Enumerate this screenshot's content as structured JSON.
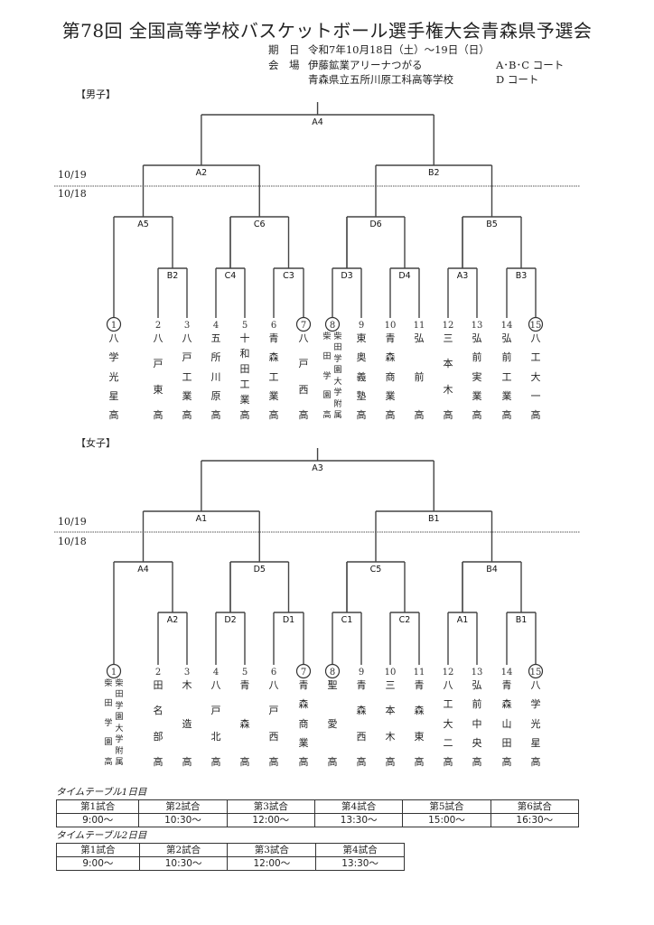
{
  "title": "第78回 全国高等学校バスケットボール選手権大会青森県予選会",
  "info": {
    "period_label": "期　日",
    "period_value": "令和7年10月18日（土）〜19日（日）",
    "venue_label": "会　場",
    "venues": [
      {
        "name": "伊藤鉱業アリーナつがる",
        "courts": "A･B･C コート"
      },
      {
        "name": "青森県立五所川原工科高等学校",
        "courts": "D コート"
      }
    ]
  },
  "day_labels": {
    "day2": "10/19",
    "day1": "10/18"
  },
  "men": {
    "label": "【男子】",
    "final": "A4",
    "semis": [
      "A2",
      "B2"
    ],
    "quarters": [
      "A5",
      "C6",
      "D6",
      "B5"
    ],
    "first_round": [
      {
        "label": "B2",
        "pair": [
          2,
          3
        ]
      },
      {
        "label": "C4",
        "pair": [
          4,
          5
        ]
      },
      {
        "label": "C3",
        "pair": [
          6,
          7
        ]
      },
      {
        "label": "D3",
        "pair": [
          8,
          9
        ]
      },
      {
        "label": "D4",
        "pair": [
          10,
          11
        ]
      },
      {
        "label": "A3",
        "pair": [
          12,
          13
        ]
      },
      {
        "label": "B3",
        "pair": [
          14,
          15
        ]
      }
    ],
    "teams": [
      {
        "seed": "1",
        "circled": true,
        "name": "八学光星高"
      },
      {
        "seed": "2",
        "circled": false,
        "name": "八戸東高"
      },
      {
        "seed": "3",
        "circled": false,
        "name": "八戸工業高"
      },
      {
        "seed": "4",
        "circled": false,
        "name": "五所川原高"
      },
      {
        "seed": "5",
        "circled": false,
        "name": "十和田工業高"
      },
      {
        "seed": "6",
        "circled": false,
        "name": "青森工業高"
      },
      {
        "seed": "7",
        "circled": true,
        "name": "八戸西高"
      },
      {
        "seed": "8",
        "circled": true,
        "name": "柴田学園高",
        "sub": "柴田学園大学附属"
      },
      {
        "seed": "9",
        "circled": false,
        "name": "東奥義塾高"
      },
      {
        "seed": "10",
        "circled": false,
        "name": "青森商業高"
      },
      {
        "seed": "11",
        "circled": false,
        "name": "弘前高"
      },
      {
        "seed": "12",
        "circled": false,
        "name": "三本木高"
      },
      {
        "seed": "13",
        "circled": false,
        "name": "弘前実業高"
      },
      {
        "seed": "14",
        "circled": false,
        "name": "弘前工業高"
      },
      {
        "seed": "15",
        "circled": true,
        "name": "八工大一高"
      }
    ]
  },
  "women": {
    "label": "【女子】",
    "final": "A3",
    "semis": [
      "A1",
      "B1"
    ],
    "quarters": [
      "A4",
      "D5",
      "C5",
      "B4"
    ],
    "first_round": [
      {
        "label": "A2",
        "pair": [
          2,
          3
        ]
      },
      {
        "label": "D2",
        "pair": [
          4,
          5
        ]
      },
      {
        "label": "D1",
        "pair": [
          6,
          7
        ]
      },
      {
        "label": "C1",
        "pair": [
          8,
          9
        ]
      },
      {
        "label": "C2",
        "pair": [
          10,
          11
        ]
      },
      {
        "label": "A1",
        "pair": [
          12,
          13
        ]
      },
      {
        "label": "B1",
        "pair": [
          14,
          15
        ]
      }
    ],
    "teams": [
      {
        "seed": "1",
        "circled": true,
        "name": "柴田学園高",
        "sub": "柴田学園大学附属"
      },
      {
        "seed": "2",
        "circled": false,
        "name": "田名部高"
      },
      {
        "seed": "3",
        "circled": false,
        "name": "木造高"
      },
      {
        "seed": "4",
        "circled": false,
        "name": "八戸北高"
      },
      {
        "seed": "5",
        "circled": false,
        "name": "青森高"
      },
      {
        "seed": "6",
        "circled": false,
        "name": "八戸西高"
      },
      {
        "seed": "7",
        "circled": true,
        "name": "青森商業高"
      },
      {
        "seed": "8",
        "circled": true,
        "name": "聖愛高"
      },
      {
        "seed": "9",
        "circled": false,
        "name": "青森西高"
      },
      {
        "seed": "10",
        "circled": false,
        "name": "三本木高"
      },
      {
        "seed": "11",
        "circled": false,
        "name": "青森東高"
      },
      {
        "seed": "12",
        "circled": false,
        "name": "八工大二高"
      },
      {
        "seed": "13",
        "circled": false,
        "name": "弘前中央高"
      },
      {
        "seed": "14",
        "circled": false,
        "name": "青森山田高"
      },
      {
        "seed": "15",
        "circled": true,
        "name": "八学光星高"
      }
    ]
  },
  "timetable": [
    {
      "label": "タイムテーブル1日目",
      "games": [
        "第1試合",
        "第2試合",
        "第3試合",
        "第4試合",
        "第5試合",
        "第6試合"
      ],
      "times": [
        "9:00〜",
        "10:30〜",
        "12:00〜",
        "13:30〜",
        "15:00〜",
        "16:30〜"
      ]
    },
    {
      "label": "タイムテーブル2日目",
      "games": [
        "第1試合",
        "第2試合",
        "第3試合",
        "第4試合"
      ],
      "times": [
        "9:00〜",
        "10:30〜",
        "12:00〜",
        "13:30〜"
      ]
    }
  ]
}
